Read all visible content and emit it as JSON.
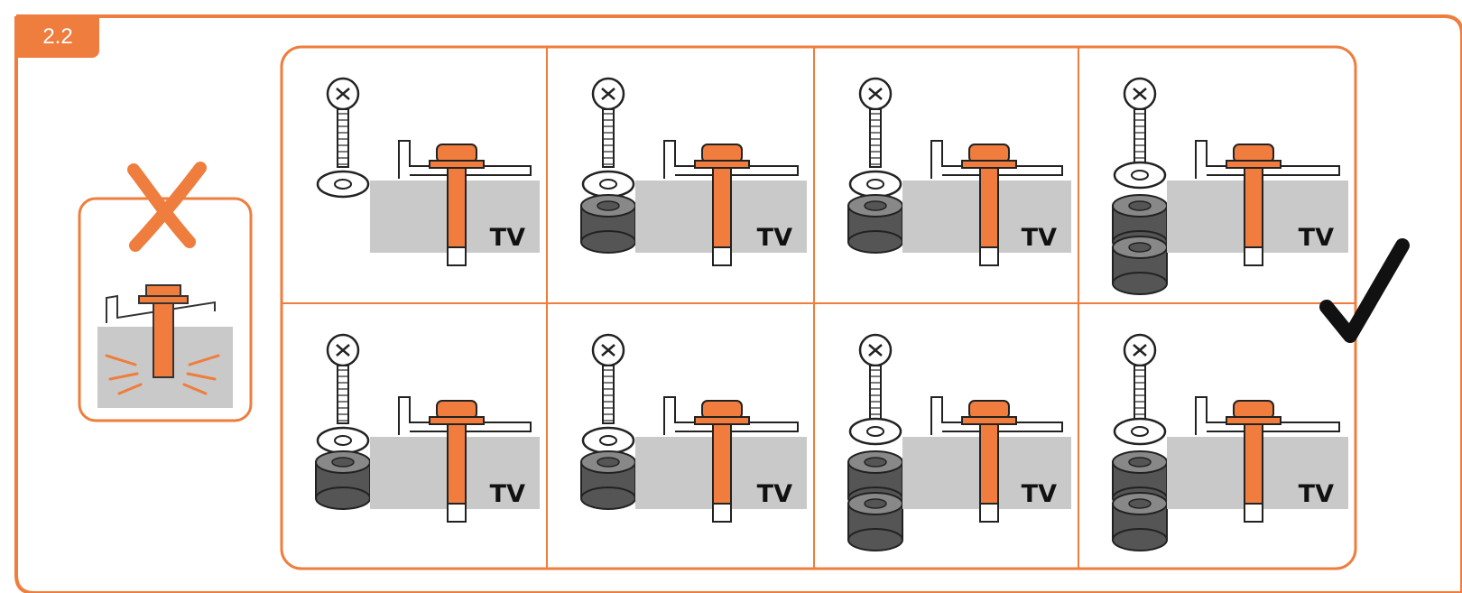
{
  "step": {
    "number": "2.2"
  },
  "colors": {
    "accent": "#ef7d3d",
    "screw_orange": "#f07d3e",
    "tv_gray": "#c9c9c9",
    "spacer_dark": "#555555",
    "check_black": "#111111"
  },
  "wrong_example": {
    "mark_icon": "x-mark-icon"
  },
  "correct_mark": {
    "icon": "check-mark-icon"
  },
  "panels": [
    {
      "id": "a",
      "spacers": 0,
      "washer_on_screw": false,
      "label": "TV"
    },
    {
      "id": "b",
      "spacers": 1,
      "washer_on_screw": false,
      "label": "TV"
    },
    {
      "id": "c",
      "spacers": 1,
      "washer_on_screw": false,
      "label": "TV"
    },
    {
      "id": "d",
      "spacers": 2,
      "washer_on_screw": true,
      "label": "TV"
    },
    {
      "id": "e",
      "spacers": 1,
      "washer_on_screw": false,
      "label": "TV"
    },
    {
      "id": "f",
      "spacers": 1,
      "washer_on_screw": false,
      "label": "TV"
    },
    {
      "id": "g",
      "spacers": 2,
      "washer_on_screw": true,
      "label": "TV"
    },
    {
      "id": "h",
      "spacers": 2,
      "washer_on_screw": true,
      "label": "TV"
    }
  ]
}
